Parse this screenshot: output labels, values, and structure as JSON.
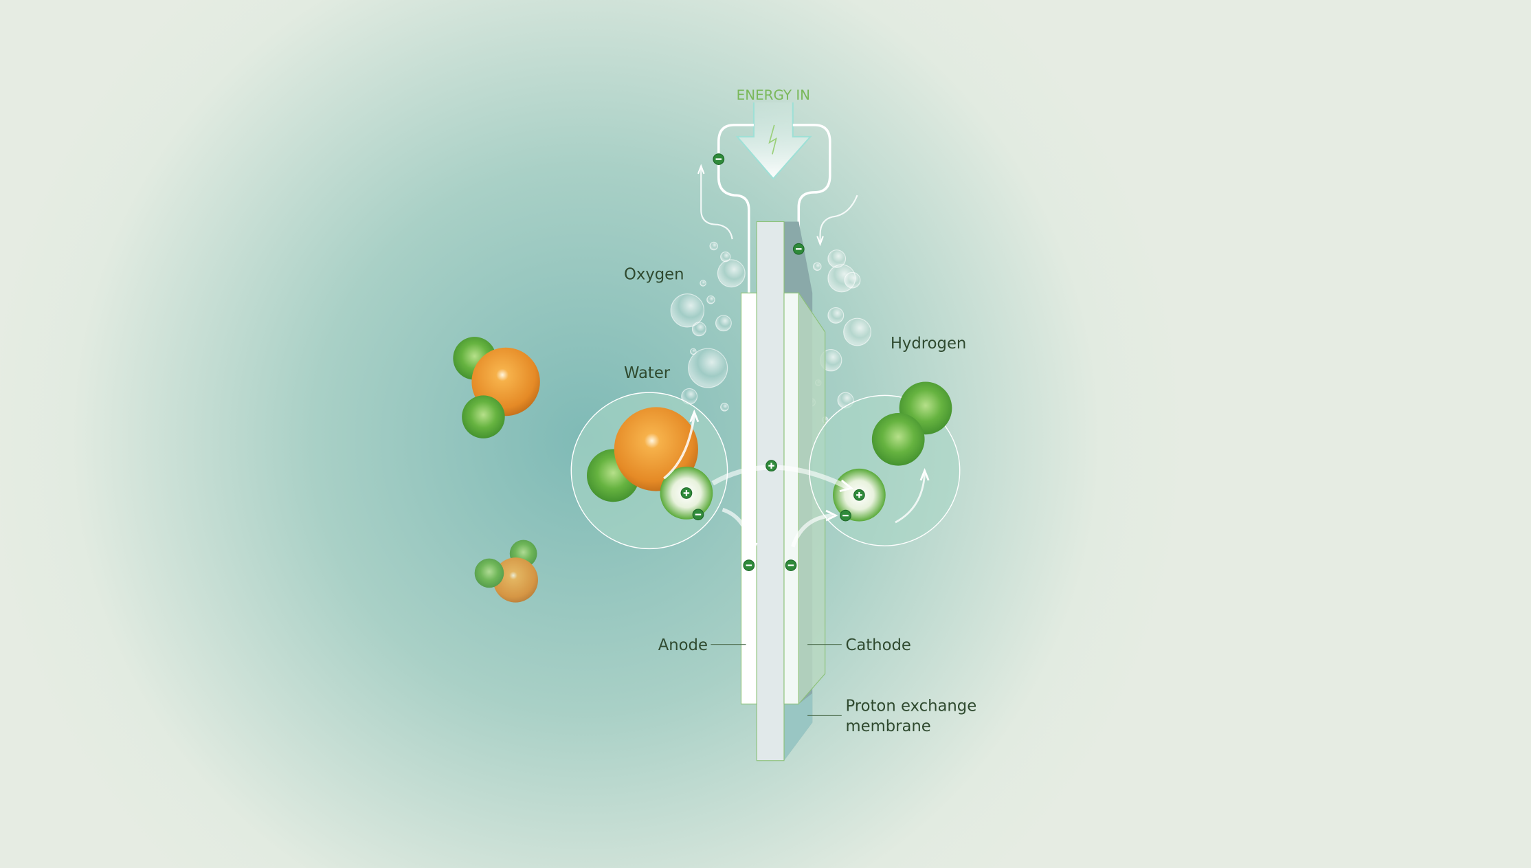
{
  "labels": {
    "energy_in": "ENERGY IN",
    "oxygen": "Oxygen",
    "water": "Water",
    "hydrogen": "Hydrogen",
    "anode": "Anode",
    "cathode": "Cathode",
    "membrane_line1": "Proton exchange",
    "membrane_line2": "membrane"
  },
  "icons": {
    "energy": "lightning-bolt-icon",
    "electron": "minus-sign",
    "proton": "plus-sign"
  },
  "colors": {
    "background_center": "#8fc3bd",
    "background_edge": "#e6ece3",
    "oxygen_atom": "#e8922e",
    "hydrogen_atom": "#5aaa3a",
    "label_text": "#2f4a2f",
    "energy_text": "#7ab85a",
    "membrane_side": "#8aa9a9"
  }
}
